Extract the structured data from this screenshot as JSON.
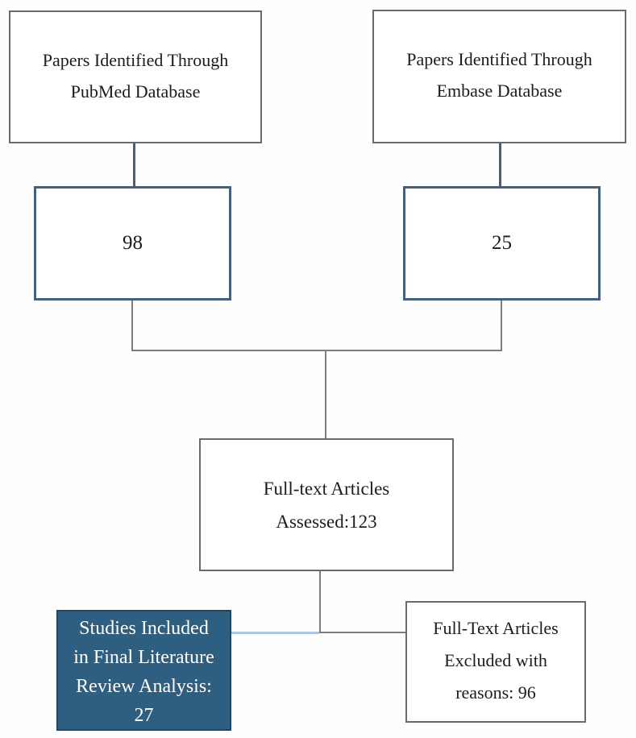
{
  "colors": {
    "box_border_gray": "#6a6a6a",
    "box_border_navy": "#44607c",
    "connector_navy": "#44607c",
    "connector_gray": "#7d7d7d",
    "connector_lightblue": "#aec6dc",
    "included_fill": "#2e5e80",
    "included_border": "#24435c",
    "included_text": "#ffffff",
    "text_color": "#1c1c1c",
    "page_bg": "#fefefe"
  },
  "diagram": {
    "type": "literature-review-flowchart",
    "boxes": {
      "pubmed": {
        "text": "Papers Identified Through PubMed Database",
        "lines": [
          "Papers Identified Through",
          "PubMed Database"
        ]
      },
      "embase": {
        "text": "Papers Identified Through Embase Database",
        "lines": [
          "Papers Identified Through",
          "Embase Database"
        ]
      },
      "pubmed_count": {
        "text": "98",
        "value": 98
      },
      "embase_count": {
        "text": "25",
        "value": 25
      },
      "assessed": {
        "text": "Full-text Articles Assessed:123",
        "lines": [
          "Full-text Articles",
          "Assessed:123"
        ],
        "value": 123
      },
      "included": {
        "text": "Studies Included in Final Literature Review Analysis: 27",
        "lines": [
          "Studies Included",
          "in Final Literature",
          "Review Analysis:",
          "27"
        ],
        "value": 27
      },
      "excluded": {
        "text": "Full-Text Articles Excluded with reasons: 96",
        "lines": [
          "Full-Text Articles",
          "Excluded with",
          "reasons: 96"
        ],
        "value": 96
      }
    }
  }
}
